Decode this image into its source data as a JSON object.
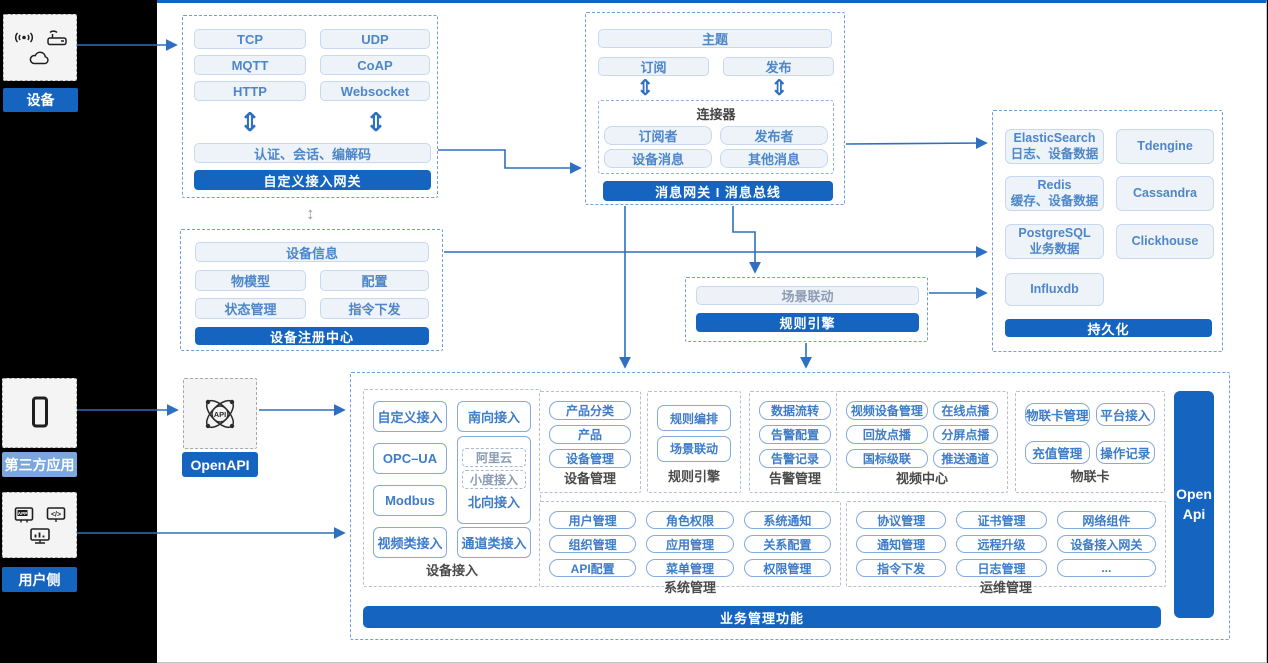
{
  "glyphs": {
    "double_arrow": "⇕",
    "updown_arrow": "↕"
  },
  "left_rail": {
    "device": {
      "label": "设备"
    },
    "third_party": {
      "label": "第三方应用"
    },
    "user_side": {
      "label": "用户侧",
      "app_text": "APP",
      "code_text": "</>"
    }
  },
  "gateway": {
    "title": "自定义接入网关",
    "protocols": [
      "TCP",
      "UDP",
      "MQTT",
      "CoAP",
      "HTTP",
      "Websocket"
    ],
    "auth_label": "认证、会话、编解码"
  },
  "registry": {
    "title": "设备注册中心",
    "info": "设备信息",
    "items": [
      "物模型",
      "配置",
      "状态管理",
      "指令下发"
    ]
  },
  "bus": {
    "title": "消息网关 I 消息总线",
    "topic": "主题",
    "subscribe": "订阅",
    "publish": "发布",
    "connector": {
      "title": "连接器",
      "items": [
        "订阅者",
        "发布者",
        "设备消息",
        "其他消息"
      ]
    }
  },
  "persistence": {
    "title": "持久化",
    "cells": [
      {
        "name": "ElasticSearch",
        "desc": "日志、设备数据"
      },
      {
        "name": "Tdengine",
        "desc": ""
      },
      {
        "name": "Redis",
        "desc": "缓存、设备数据"
      },
      {
        "name": "Cassandra",
        "desc": ""
      },
      {
        "name": "PostgreSQL",
        "desc": "业务数据"
      },
      {
        "name": "Clickhouse",
        "desc": ""
      },
      {
        "name": "Influxdb",
        "desc": ""
      }
    ]
  },
  "rule": {
    "title": "规则引擎",
    "scene": "场景联动"
  },
  "openapi": {
    "label": "OpenAPI",
    "icon_text": "API"
  },
  "biz": {
    "title": "业务管理功能",
    "open_api": {
      "line1": "Open",
      "line2": "Api"
    },
    "device_access": {
      "label": "设备接入",
      "left": [
        "自定义接入",
        "OPC–UA",
        "Modbus",
        "视频类接入"
      ],
      "south": "南向接入",
      "north": {
        "items": [
          "阿里云",
          "小度接入"
        ],
        "label": "北向接入"
      },
      "channel": "通道类接入"
    },
    "device_mgmt": {
      "label": "设备管理",
      "items": [
        "产品分类",
        "产品",
        "设备管理"
      ]
    },
    "rule_engine": {
      "label": "规则引擎",
      "items": [
        "规则编排",
        "场景联动"
      ]
    },
    "alarm": {
      "label": "告警管理",
      "items": [
        "数据流转",
        "告警配置",
        "告警记录"
      ]
    },
    "video": {
      "label": "视频中心",
      "items": [
        "视频设备管理",
        "在线点播",
        "回放点播",
        "分屏点播",
        "国标级联",
        "推送通道"
      ]
    },
    "iot_card": {
      "label": "物联卡",
      "items": [
        "物联卡管理",
        "平台接入",
        "充值管理",
        "操作记录"
      ]
    },
    "system": {
      "label": "系统管理",
      "items": [
        "用户管理",
        "角色权限",
        "系统通知",
        "组织管理",
        "应用管理",
        "关系配置",
        "API配置",
        "菜单管理",
        "权限管理"
      ]
    },
    "ops": {
      "label": "运维管理",
      "items": [
        "协议管理",
        "证书管理",
        "网络组件",
        "通知管理",
        "远程升级",
        "设备接入网关",
        "指令下发",
        "日志管理",
        "..."
      ]
    }
  }
}
